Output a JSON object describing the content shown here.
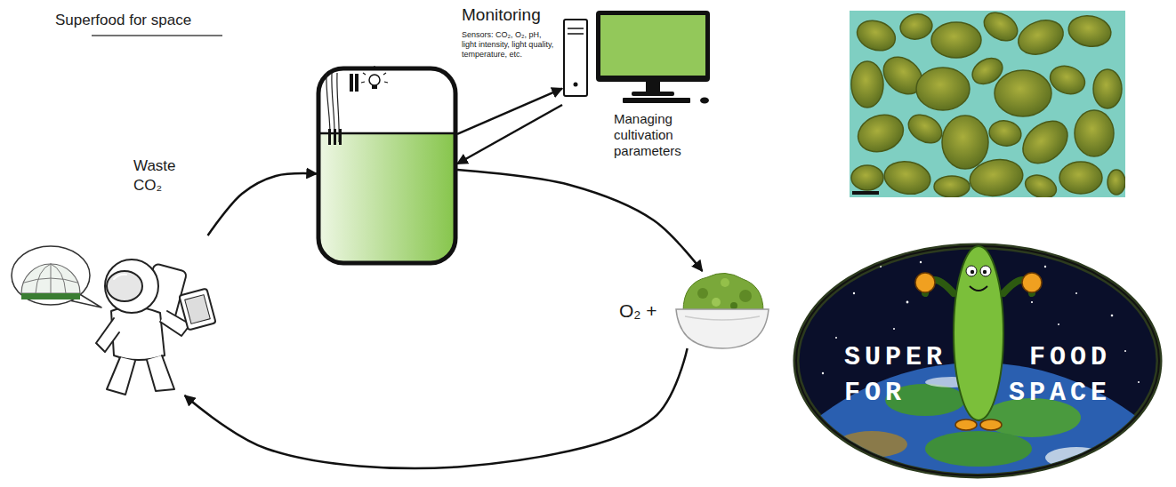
{
  "diagram": {
    "title": "Superfood for space",
    "nodes": [
      {
        "text": []
      },
      {
        "text": []
      },
      {
        "text": [
          "Monitoring",
          "Sensors: CO₂, O₂, pH, light intensity, light quality, temperature, etc.",
          "Managing cultivation parameters"
        ]
      },
      {
        "text": [
          "O₂ +"
        ]
      },
      {
        "text": [
          "SUPER FOOD FOR SPACE"
        ]
      }
    ],
    "edges": [
      {
        "from": 0,
        "to": 1,
        "arrow": "to",
        "label": "Waste CO₂"
      },
      {
        "from": 1,
        "to": 2,
        "arrow": "to"
      },
      {
        "from": 2,
        "to": 1,
        "arrow": "to"
      },
      {
        "from": 1,
        "to": 3,
        "arrow": "to"
      },
      {
        "from": 3,
        "to": 0,
        "arrow": "to"
      }
    ]
  }
}
